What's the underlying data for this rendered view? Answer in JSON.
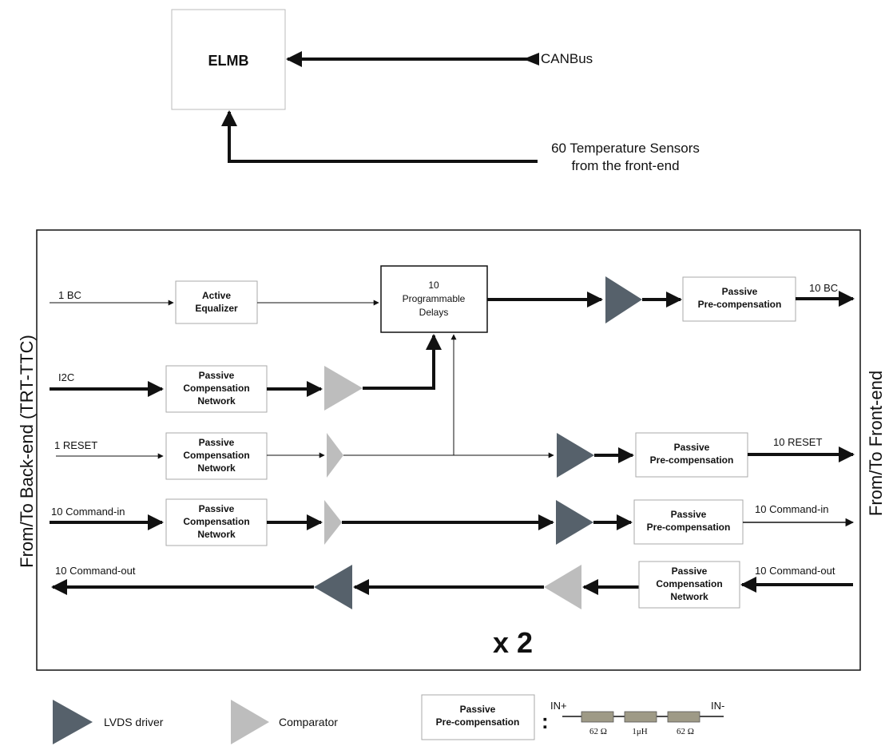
{
  "top": {
    "elmb": "ELMB",
    "canbus": "CANBus",
    "sensors_line1": "60 Temperature Sensors",
    "sensors_line2": "from the front-end"
  },
  "sides": {
    "left": "From/To Back-end (TRT-TTC)",
    "right": "From/To Front-end"
  },
  "blocks": {
    "active_eq_1": "Active",
    "active_eq_2": "Equalizer",
    "delays_1": "10",
    "delays_2": "Programmable",
    "delays_3": "Delays",
    "pcn_1": "Passive",
    "pcn_2": "Compensation",
    "pcn_3": "Network",
    "ppc_1": "Passive",
    "ppc_2": "Pre-compensation"
  },
  "signals": {
    "bc_in": "1 BC",
    "bc_out": "10 BC",
    "i2c": "I2C",
    "reset_in": "1 RESET",
    "reset_out": "10 RESET",
    "cmd_in_left": "10 Command-in",
    "cmd_in_right": "10 Command-in",
    "cmd_out_left": "10 Command-out",
    "cmd_out_right": "10 Command-out"
  },
  "multiplier": "x 2",
  "legend": {
    "lvds": "LVDS driver",
    "comparator": "Comparator",
    "ppc_1": "Passive",
    "ppc_2": "Pre-compensation",
    "colon": ":",
    "in_plus": "IN+",
    "in_minus": "IN-",
    "r1": "62 Ω",
    "l1": "1μH",
    "r2": "62 Ω"
  },
  "colors": {
    "lvds_driver": "#56616b",
    "comparator": "#bdbdbd",
    "resistor": "#9e9a86",
    "line": "#111111"
  }
}
